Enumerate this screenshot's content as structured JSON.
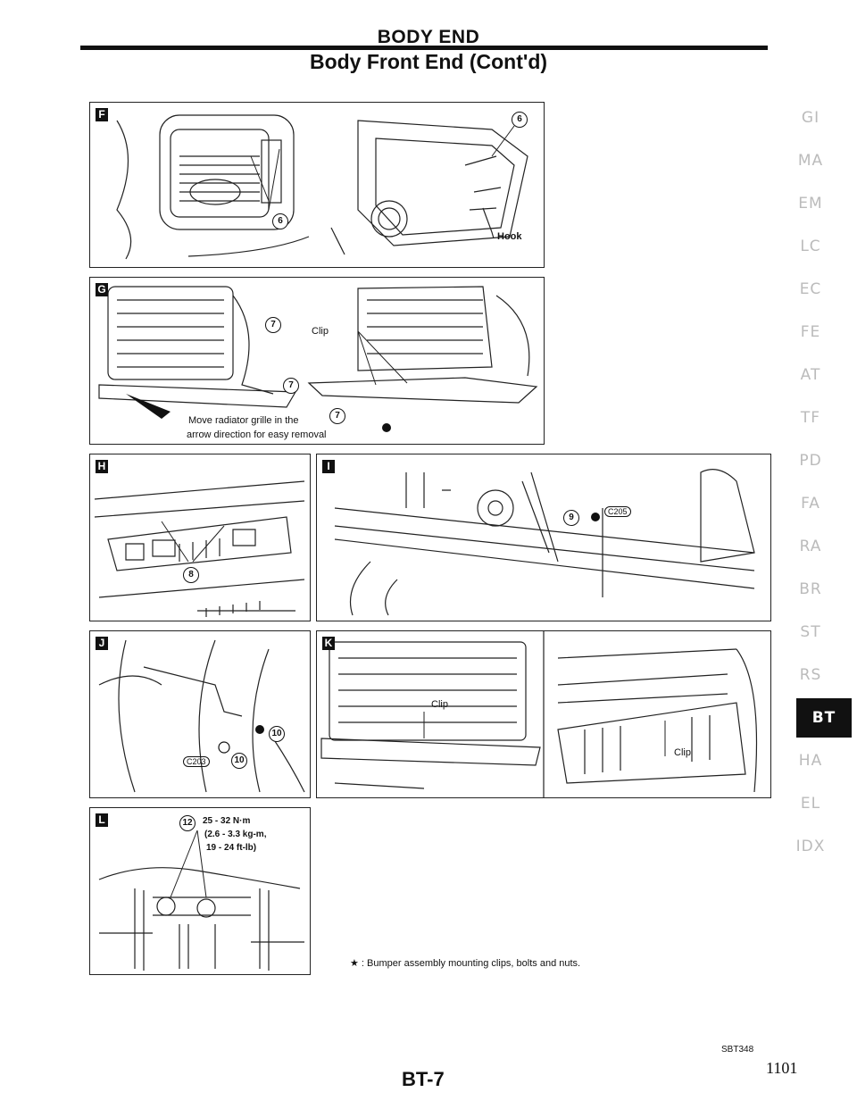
{
  "header": {
    "section": "BODY END",
    "subtitle": "Body Front End (Cont'd)"
  },
  "panels": {
    "F": {
      "badge": "F",
      "hook": "Hook",
      "ref": "6"
    },
    "G": {
      "badge": "G",
      "clip": "Clip",
      "ref": "7",
      "note_line1": "Move radiator grille in the",
      "note_line2": "arrow direction for easy removal"
    },
    "H": {
      "badge": "H",
      "ref": "8"
    },
    "I": {
      "badge": "I",
      "ref": "9",
      "code": "C205"
    },
    "J": {
      "badge": "J",
      "ref": "10",
      "code": "C203"
    },
    "K": {
      "badge": "K",
      "clip1": "Clip",
      "clip2": "Clip"
    },
    "L": {
      "badge": "L",
      "ref": "12",
      "torque1": "25 - 32 N·m",
      "torque2": "(2.6 - 3.3 kg-m,",
      "torque3": "19 - 24 ft-lb)"
    }
  },
  "legend": "★ : Bumper assembly mounting clips, bolts and nuts.",
  "side_tabs": [
    "GI",
    "MA",
    "EM",
    "LC",
    "EC",
    "FE",
    "AT",
    "TF",
    "PD",
    "FA",
    "RA",
    "BR",
    "ST",
    "RS",
    "BT",
    "HA",
    "EL",
    "IDX"
  ],
  "active_tab": "BT",
  "figure_code": "SBT348",
  "page_label": "BT-7",
  "page_number": "1101"
}
